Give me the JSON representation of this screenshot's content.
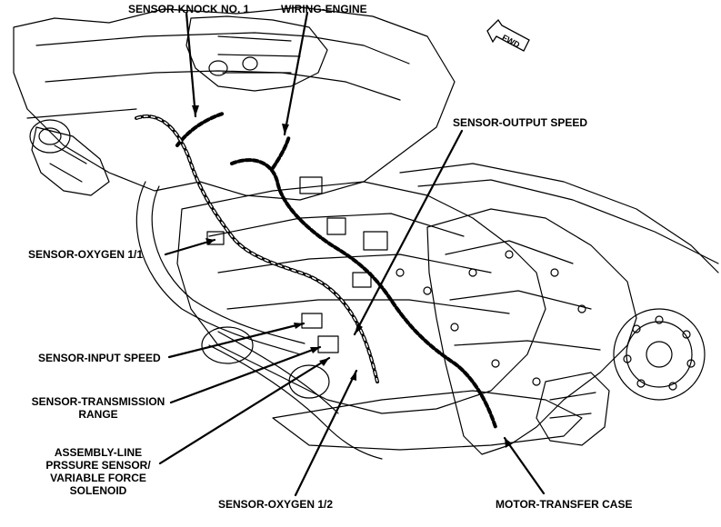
{
  "figure": {
    "direction_marker": "FWD"
  },
  "callouts": {
    "knock_sensor": "SENSOR-KNOCK NO. 1",
    "wiring_engine": "WIRING-ENGINE",
    "output_speed": "SENSOR-OUTPUT SPEED",
    "oxygen_1_1": "SENSOR-OXYGEN 1/1",
    "input_speed": "SENSOR-INPUT SPEED",
    "trans_range_line1": "SENSOR-TRANSMISSION",
    "trans_range_line2": "RANGE",
    "assembly_line1": "ASSEMBLY-LINE",
    "assembly_line2": "PRSSURE SENSOR/",
    "assembly_line3": "VARIABLE FORCE",
    "assembly_line4": "SOLENOID",
    "oxygen_1_2": "SENSOR-OXYGEN 1/2",
    "motor_transfer_case": "MOTOR-TRANSFER CASE"
  }
}
